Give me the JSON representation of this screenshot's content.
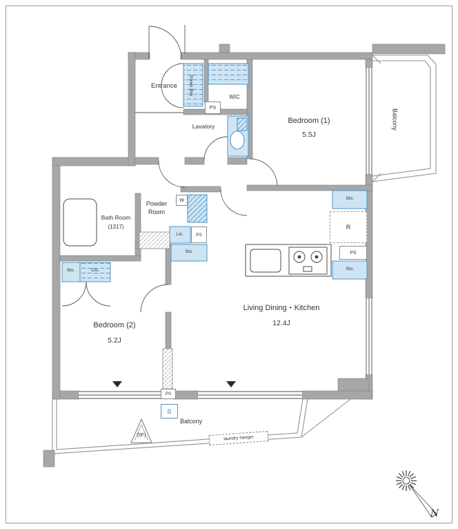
{
  "plan": {
    "rooms": {
      "entrance": "Entrance",
      "wic": "WIC",
      "lavatory": "Lavatory",
      "bedroom1": "Bedroom (1)",
      "bedroom1_size": "5.5J",
      "balcony_side": "Balcony",
      "bath_name": "Bath Room",
      "bath_size": "(1317)",
      "powder_line1": "Powder",
      "powder_line2": "Room",
      "bedroom2": "Bedroom (2)",
      "bedroom2_size": "5.2J",
      "ldk": "Living Dining・Kitchen",
      "ldk_size": "12.4J",
      "balcony_bottom": "Balcony"
    },
    "labels": {
      "shoes_box": "Shoes Box",
      "ps": "PS",
      "washer": "W",
      "linen": "Lin.",
      "storage": "Sto.",
      "closet": "Clo.",
      "refrigerator": "R",
      "bath_vent": "B",
      "floor_marker": "(5F)",
      "laundry_hanger": "laundry hanger",
      "north": "N"
    },
    "colors": {
      "wall_fill": "#a6a7a9",
      "wall_edge": "#7b7c7e",
      "fixture_fill": "#cfe4f3",
      "fixture_edge": "#4e93c8",
      "line": "#4a4a4a"
    }
  }
}
